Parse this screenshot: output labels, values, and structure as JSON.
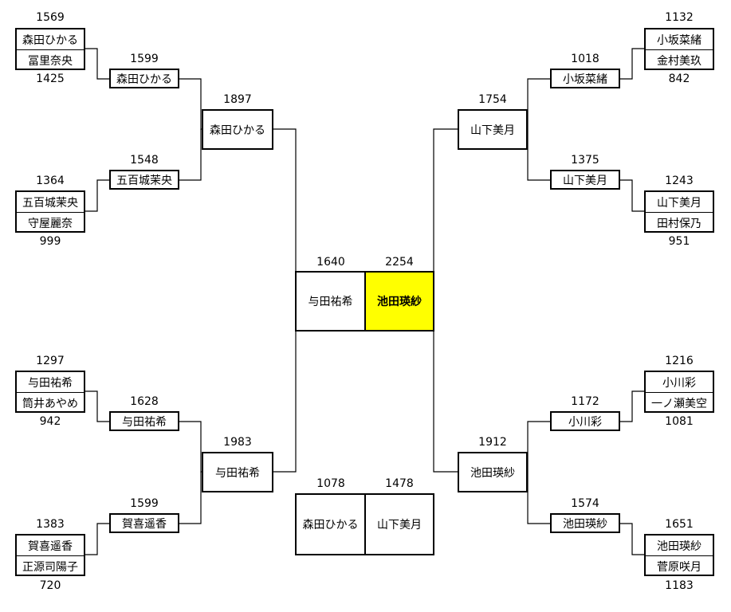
{
  "colors": {
    "line": "#000000",
    "winner_fill": "#ffff00",
    "background": "#ffffff"
  },
  "bracket": {
    "top_left": {
      "r1": [
        {
          "scores": [
            "1569",
            "1425"
          ],
          "players": [
            "森田ひかる",
            "冨里奈央"
          ]
        },
        {
          "scores": [
            "1364",
            "999"
          ],
          "players": [
            "五百城茉央",
            "守屋麗奈"
          ]
        }
      ],
      "r2": [
        {
          "score": "1599",
          "player": "森田ひかる"
        },
        {
          "score": "1548",
          "player": "五百城茉央"
        }
      ],
      "r3": {
        "score": "1897",
        "player": "森田ひかる"
      }
    },
    "bottom_left": {
      "r1": [
        {
          "scores": [
            "1297",
            "942"
          ],
          "players": [
            "与田祐希",
            "筒井あやめ"
          ]
        },
        {
          "scores": [
            "1383",
            "720"
          ],
          "players": [
            "賀喜遥香",
            "正源司陽子"
          ]
        }
      ],
      "r2": [
        {
          "score": "1628",
          "player": "与田祐希"
        },
        {
          "score": "1599",
          "player": "賀喜遥香"
        }
      ],
      "r3": {
        "score": "1983",
        "player": "与田祐希"
      }
    },
    "top_right": {
      "r1": [
        {
          "scores": [
            "1132",
            "842"
          ],
          "players": [
            "小坂菜緒",
            "金村美玖"
          ]
        },
        {
          "scores": [
            "1243",
            "951"
          ],
          "players": [
            "山下美月",
            "田村保乃"
          ]
        }
      ],
      "r2": [
        {
          "score": "1018",
          "player": "小坂菜緒"
        },
        {
          "score": "1375",
          "player": "山下美月"
        }
      ],
      "r3": {
        "score": "1754",
        "player": "山下美月"
      }
    },
    "bottom_right": {
      "r1": [
        {
          "scores": [
            "1216",
            "1081"
          ],
          "players": [
            "小川彩",
            "一ノ瀬美空"
          ]
        },
        {
          "scores": [
            "1651",
            "1183"
          ],
          "players": [
            "池田瑛紗",
            "菅原咲月"
          ]
        }
      ],
      "r2": [
        {
          "score": "1172",
          "player": "小川彩"
        },
        {
          "score": "1574",
          "player": "池田瑛紗"
        }
      ],
      "r3": {
        "score": "1912",
        "player": "池田瑛紗"
      }
    },
    "final": {
      "left": {
        "score": "1640",
        "player": "与田祐希"
      },
      "right": {
        "score": "2254",
        "player": "池田瑛紗"
      }
    },
    "third_place": {
      "left": {
        "score": "1078",
        "player": "森田ひかる"
      },
      "right": {
        "score": "1478",
        "player": "山下美月"
      }
    }
  }
}
